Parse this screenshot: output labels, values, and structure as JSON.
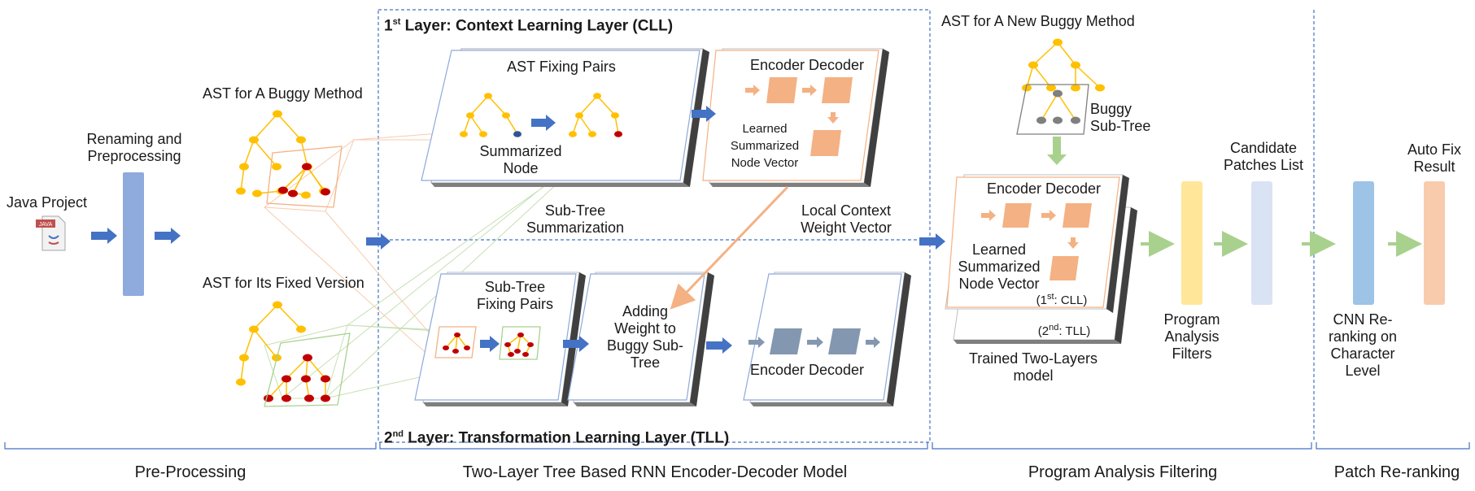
{
  "layers": {
    "cll": {
      "prefix": "1",
      "sup": "st",
      "rest": " Layer: Context Learning Layer (CLL)"
    },
    "tll": {
      "prefix": "2",
      "sup": "nd",
      "rest": " Layer: Transformation Learning Layer (TLL)"
    }
  },
  "labels": {
    "java_project": "Java Project",
    "renaming": [
      "Renaming and",
      "Preprocessing"
    ],
    "ast_buggy": "AST for A Buggy Method",
    "ast_fixed": "AST for Its Fixed Version",
    "ast_fixing_pairs": "AST Fixing Pairs",
    "summarized_node": [
      "Summarized",
      "Node"
    ],
    "subtree_summarization": [
      "Sub-Tree",
      "Summarization"
    ],
    "encoder_decoder": "Encoder Decoder",
    "learned_summarized": [
      "Learned",
      "Summarized",
      "Node Vector"
    ],
    "local_context": [
      "Local Context",
      "Weight Vector"
    ],
    "subtree_fixing_pairs": [
      "Sub-Tree",
      "Fixing Pairs"
    ],
    "adding_weight": [
      "Adding",
      "Weight to",
      "Buggy Sub-",
      "Tree"
    ],
    "ast_new_buggy": "AST for A New Buggy Method",
    "buggy_subtree": [
      "Buggy",
      "Sub-Tree"
    ],
    "cll_tag": {
      "prefix": "(1",
      "sup": "st",
      "rest": ": CLL)"
    },
    "tll_tag": {
      "prefix": "(2",
      "sup": "nd",
      "rest": ": TLL)"
    },
    "trained_model": [
      "Trained Two-Layers",
      "model"
    ],
    "candidate_patches": [
      "Candidate",
      "Patches List"
    ],
    "program_filters": [
      "Program",
      "Analysis",
      "Filters"
    ],
    "auto_fix": [
      "Auto Fix",
      "Result"
    ],
    "cnn_reranking": [
      "CNN Re-",
      "ranking on",
      "Character",
      "Level"
    ],
    "java_icon_text": "JAVA"
  },
  "sections": [
    "Pre-Processing",
    "Two-Layer Tree Based RNN Encoder-Decoder Model",
    "Program Analysis Filtering",
    "Patch Re-ranking"
  ],
  "colors": {
    "blue_arrow": "#4472c4",
    "dashed_border": "#4472c4",
    "preprocess_bar": "#8faadc",
    "tree_yellow": "#ffc000",
    "tree_red": "#c00000",
    "tree_gray": "#7f7f7f",
    "salmon_box": "#f4b183",
    "salmon_border": "#f8cbad",
    "gray_box": "#8497b0",
    "green_arrow": "#a9d18e",
    "filter_bar": "#ffe699",
    "candidate_bar": "#dae3f3",
    "cnn_bar": "#9dc3e6",
    "autofix_bar": "#f8cbad"
  }
}
